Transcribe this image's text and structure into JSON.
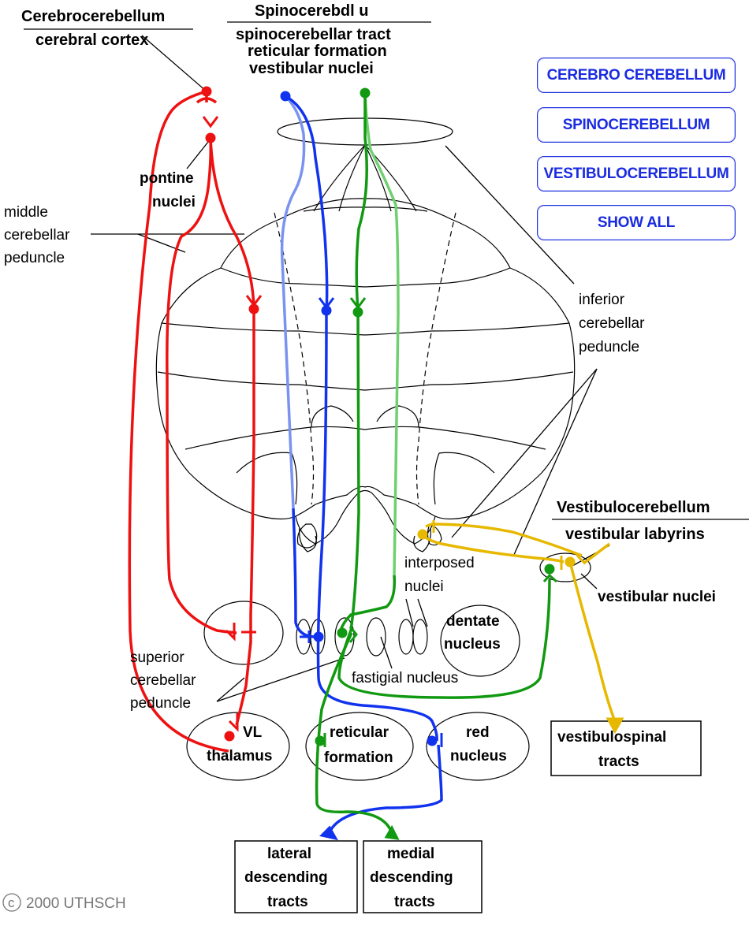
{
  "colors": {
    "cerebro": "#ee1111",
    "spino_blue": "#1133ee",
    "spino_blue_light": "#7b93f0",
    "spino_green": "#119911",
    "spino_green_light": "#6fd06f",
    "vestibulo": "#e6b800",
    "outline": "#000000"
  },
  "headers": {
    "cerebro_title": "Cerebrocerebellum",
    "cerebro_source": "cerebral cortex",
    "spino_title": "Spinocerebdl u",
    "spino_source_1": "spinocerebellar tract",
    "spino_source_2": "reticular formation",
    "spino_source_3": "vestibular nuclei",
    "vestibulo_title": "Vestibulocerebellum",
    "vestibulo_source": "vestibular labyrins"
  },
  "labels": {
    "pontine_1": "pontine",
    "pontine_2": "nuclei",
    "mcp_1": "middle",
    "mcp_2": "cerebellar",
    "mcp_3": "peduncle",
    "icp_1": "inferior",
    "icp_2": "cerebellar",
    "icp_3": "peduncle",
    "interposed_1": "interposed",
    "interposed_2": "nuclei",
    "vestibular_nuclei": "vestibular nuclei",
    "dentate_1": "dentate",
    "dentate_2": "nucleus",
    "scp_1": "superior",
    "scp_2": "cerebellar",
    "scp_3": "peduncle",
    "fastigial": "fastigial nucleus",
    "vl_1": "VL",
    "vl_2": "thalamus",
    "reticular_1": "reticular",
    "reticular_2": "formation",
    "red_1": "red",
    "red_2": "nucleus",
    "vestibulospinal_1": "vestibulospinal",
    "vestibulospinal_2": "tracts",
    "lateral_1": "lateral",
    "lateral_2": "descending",
    "lateral_3": "tracts",
    "medial_1": "medial",
    "medial_2": "descending",
    "medial_3": "tracts",
    "copyright_symbol": "c",
    "copyright": "2000 UTHSCH"
  },
  "buttons": {
    "cerebro": "CEREBRO CEREBELLUM",
    "spino": "SPINOCEREBELLUM",
    "vestibulo": "VESTIBULOCEREBELLUM",
    "show_all": "SHOW ALL"
  }
}
